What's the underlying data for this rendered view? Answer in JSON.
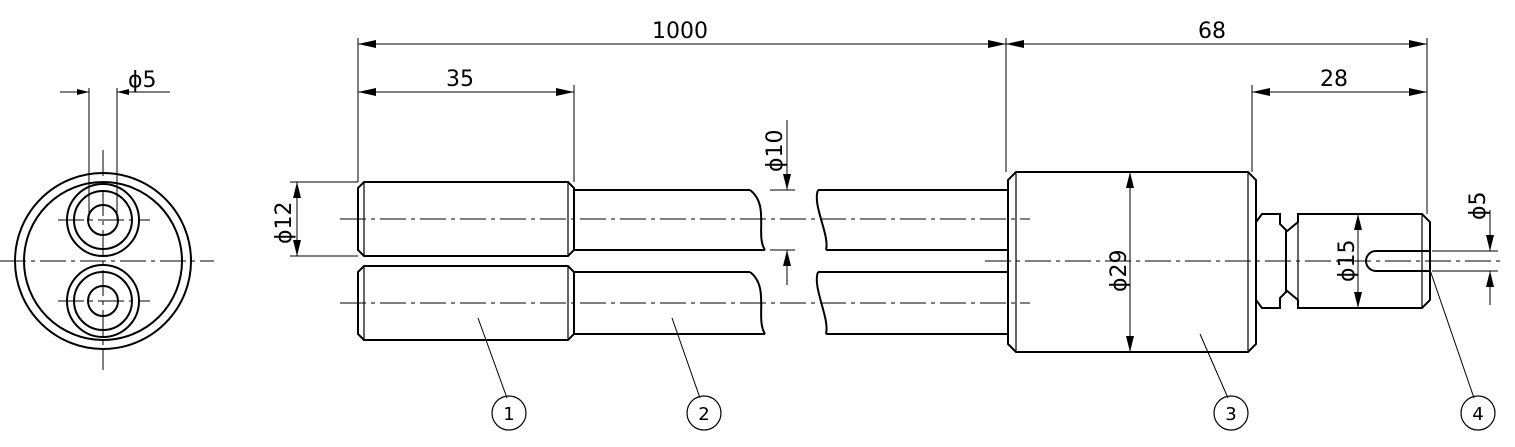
{
  "dimensions": {
    "overall_length": "1000",
    "end_section_length": "35",
    "fitting_length": "68",
    "nipple_length": "28",
    "end_section_diameter": "ϕ12",
    "tube_diameter": "ϕ10",
    "fitting_diameter": "ϕ29",
    "nipple_diameter": "ϕ15",
    "slot_width": "ϕ5",
    "end_view_hole_diameter": "ϕ5"
  },
  "part_balloons": [
    "1",
    "2",
    "3",
    "4"
  ]
}
